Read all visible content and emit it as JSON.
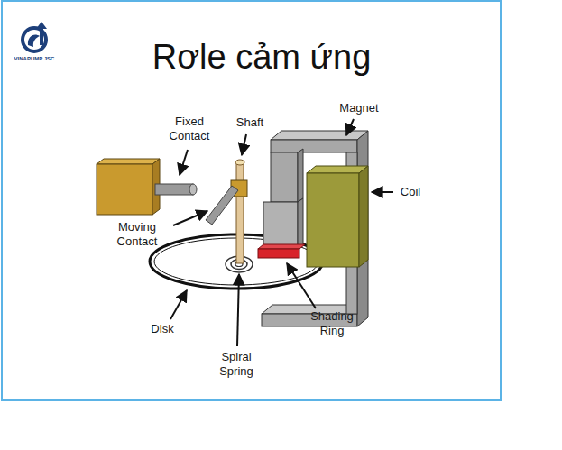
{
  "diagram": {
    "title": "Rơle cảm ứng",
    "labels": [
      "VINAPUMP JSC",
      "Fixed Contact",
      "Shaft",
      "Magnet",
      "Coil",
      "Moving Contact",
      "Disk",
      "Spiral Spring",
      "Shading Ring"
    ]
  }
}
